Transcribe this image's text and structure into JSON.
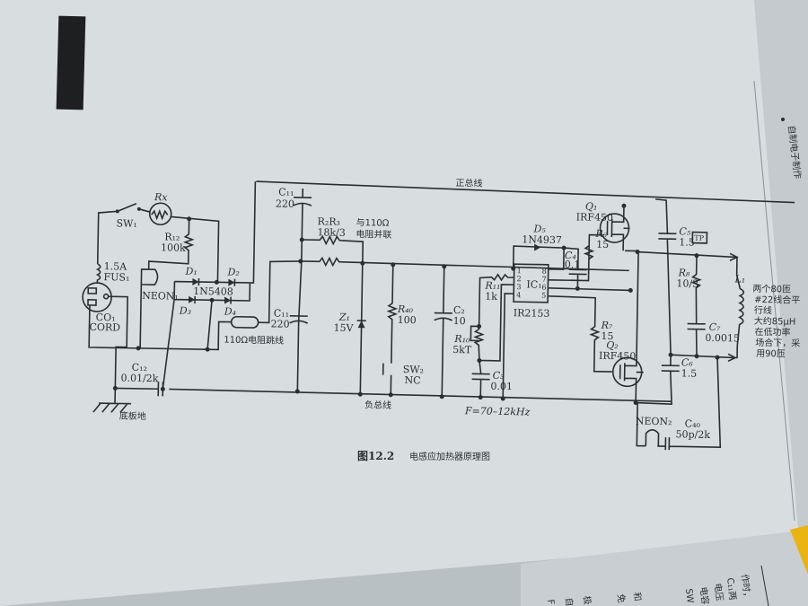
{
  "figure": {
    "number": "图12.2",
    "caption": "电感应加热器原理图"
  },
  "side_header": "自制电子制作",
  "bottom_page_text": [
    "作时，",
    "C₁₁两",
    "电压",
    "电容",
    "SW",
    "和",
    "免",
    "极",
    "自",
    "F"
  ],
  "buses": {
    "positive": "正总线",
    "negative": "负总线",
    "chassis_ground": "底板地"
  },
  "components": {
    "sw1": "SW₁",
    "rx": "Rx",
    "r12_name": "R₁₂",
    "r12_value": "100k",
    "fuse_rating": "1.5A",
    "fuse_name": "FUS₁",
    "cord_name": "CO₁",
    "cord_label": "CORD",
    "neon1": "NEON₁",
    "d1": "D₁",
    "d2": "D₂",
    "d3": "D₃",
    "d4": "D₄",
    "bridge_part": "1N5408",
    "c12_name": "C₁₂",
    "c12_value": "0.01/2k",
    "c11a_name": "C₁₁",
    "c11a_value": "220",
    "c11b_name": "C₁₁",
    "c11b_value": "220",
    "jumper_label": "110Ω电阻跳线",
    "r2r3_name": "R₂R₃",
    "r2r3_value": "18k/3",
    "parallel_note_1": "与110Ω",
    "parallel_note_2": "电阻并联",
    "z1_name": "Z₁",
    "z1_value": "15V",
    "r40_name": "R₄₀",
    "r40_value": "100",
    "sw2_name": "SW₂",
    "sw2_value": "NC",
    "c2_name": "C₂",
    "c2_value": "10",
    "r11_name": "R₁₁",
    "r11_value": "1k",
    "r10_name": "R₁₀",
    "r10_value": "5kT",
    "c3_name": "C₃",
    "c3_value": "0.01",
    "frequency": "F=70–12kHz",
    "d5_name": "D₅",
    "d5_value": "1N4937",
    "c4_name": "C₄",
    "c4_value": "0.1",
    "ic1_name": "IC₁",
    "ic1_part": "IR2153",
    "ic_pins": [
      "1",
      "2",
      "3",
      "4",
      "8",
      "7",
      "6",
      "5"
    ],
    "q1_name": "Q₁",
    "q1_part": "IRF450",
    "r6_name": "R₆",
    "r6_value": "15",
    "q2_name": "Q₂",
    "q2_part": "IRF450",
    "r7_name": "R₇",
    "r7_value": "15",
    "c5_name": "C₅",
    "c5_value": "1.5",
    "tp": "TP",
    "r8_name": "R₈",
    "r8_value": "10/3",
    "c7_name": "C₇",
    "c7_value": "0.0015",
    "c6_name": "C₆",
    "c6_value": "1.5",
    "l1_name": "L₁",
    "l1_note": [
      "两个80匝",
      "#22线合平",
      "行线",
      "大约85μH",
      "在低功率",
      "场合下，采",
      "用90匝"
    ],
    "neon2": "NEON₂",
    "c40_name": "C₄₀",
    "c40_value": "50p/2k"
  }
}
